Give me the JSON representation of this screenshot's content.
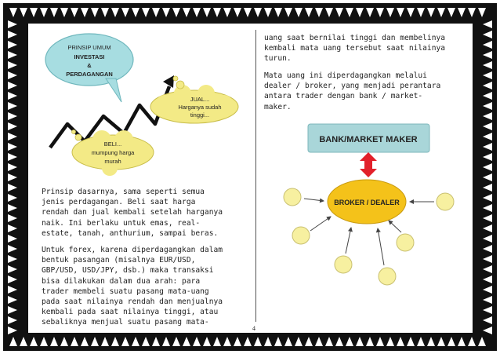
{
  "left_illustration": {
    "bubble_prinsip_line1": "PRINSIP UMUM",
    "bubble_prinsip_line2": "INVESTASI",
    "bubble_prinsip_line3": "&",
    "bubble_prinsip_line4": "PERDAGANGAN",
    "bubble_jual_line1": "JUAL...",
    "bubble_jual_line2": "Harganya sudah",
    "bubble_jual_line3": "tinggi...",
    "bubble_beli_line1": "BELI...",
    "bubble_beli_line2": "mumpung harga",
    "bubble_beli_line3": "murah"
  },
  "left_text": {
    "paragraph1": "Prinsip dasarnya, sama seperti semua\njenis perdagangan. Beli saat harga\nrendah dan jual kembali setelah harganya\nnaik. Ini berlaku untuk emas, real-\nestate, tanah, anthurium, sampai beras.",
    "paragraph2": "Untuk forex, karena diperdagangkan dalam\nbentuk pasangan (misalnya EUR/USD,\nGBP/USD, USD/JPY, dsb.) maka transaksi\nbisa dilakukan dalam dua arah: para\ntrader membeli suatu pasang mata-uang\npada saat nilainya rendah dan menjualnya\nkembali pada saat nilainya tinggi, atau\nsebaliknya menjual suatu pasang mata-"
  },
  "right_text": {
    "paragraph1": "uang saat bernilai tinggi dan membelinya\nkembali mata uang tersebut saat nilainya\nturun.",
    "paragraph2": "Mata uang ini diperdagangkan melalui\ndealer / broker, yang menjadi perantara\nantara trader dengan bank / market-\nmaker."
  },
  "diagram": {
    "bank_label": "BANK/MARKET MAKER",
    "broker_label": "BROKER / DEALER"
  },
  "page_number": "4",
  "colors": {
    "bank_box": "#a9d6d9",
    "broker_ellipse": "#f4c21a",
    "trader_circle": "#f7f0a0",
    "arrow_red": "#e2202a",
    "bubble_cloud": "#f3ea86",
    "bubble_teal": "#a7dde1"
  }
}
